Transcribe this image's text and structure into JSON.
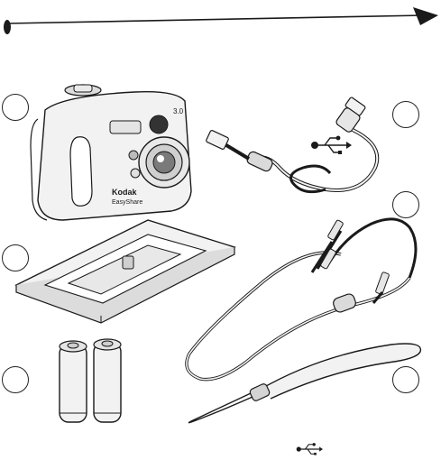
{
  "header": {
    "bullet_icon": "filled-oval-bullet",
    "arrow_icon": "arrow-right-icon"
  },
  "items": [
    {
      "id": "camera",
      "art": "digital-camera",
      "brand": "Kodak",
      "model": "EasyShare",
      "lens_marks": "3.0"
    },
    {
      "id": "usb-cable",
      "art": "usb-cable",
      "icon": "usb-icon"
    },
    {
      "id": "dock-insert",
      "art": "camera-dock-insert"
    },
    {
      "id": "av-cable",
      "art": "audio-video-cable"
    },
    {
      "id": "batteries",
      "art": "aa-batteries"
    },
    {
      "id": "wrist-strap",
      "art": "wrist-strap"
    }
  ],
  "footer": {
    "icon": "usb-icon"
  },
  "colors": {
    "line": "#1a1a1a",
    "fill": "#f2f2f2",
    "shade": "#cfcfcf"
  }
}
